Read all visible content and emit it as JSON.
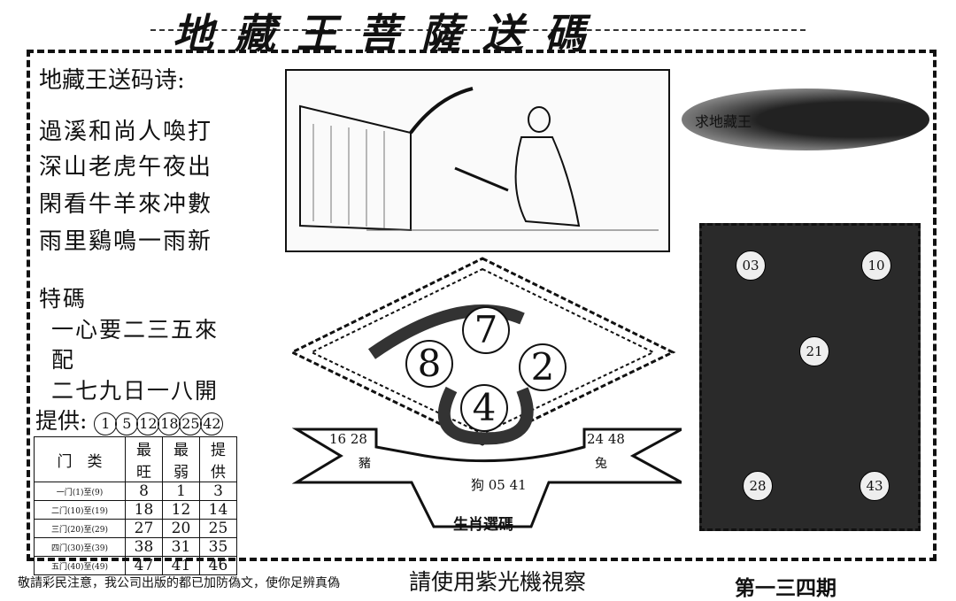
{
  "header": {
    "title": "地藏王菩薩送碼",
    "subtitle": "敬請彩民注意，我公司出版的都已加防偽文，使你足辨真偽"
  },
  "poem": {
    "title": "地藏王送码诗:",
    "lines": [
      "過溪和尚人喚打",
      "深山老虎午夜出",
      "閑看牛羊來冲數",
      "雨里鷄鳴一雨新"
    ]
  },
  "special": {
    "title": "特碼",
    "lines": [
      "一心要二三五來",
      "配",
      "二七九日一八開"
    ]
  },
  "provide": {
    "label": "提供:",
    "numbers": [
      "1",
      "5",
      "12",
      "18",
      "25",
      "42"
    ]
  },
  "table": {
    "headers": [
      "门　类",
      "最旺",
      "最弱",
      "提供"
    ],
    "rows": [
      [
        "一门(1)至(9)",
        "8",
        "1",
        "3"
      ],
      [
        "二门(10)至(19)",
        "18",
        "12",
        "14"
      ],
      [
        "三门(20)至(29)",
        "27",
        "20",
        "25"
      ],
      [
        "四门(30)至(39)",
        "38",
        "31",
        "35"
      ],
      [
        "五门(40)至(49)",
        "47",
        "41",
        "46"
      ]
    ]
  },
  "banner": {
    "text": "求地藏王"
  },
  "balls": [
    "7",
    "8",
    "2",
    "4"
  ],
  "zodiac": {
    "left_nums": "16 28",
    "left_animal": "豬",
    "right_nums": "24 48",
    "right_animal": "兔",
    "center": "狗 05 41",
    "caption": "生肖選碼"
  },
  "grid_numbers": [
    "03",
    "10",
    "21",
    "28",
    "43"
  ],
  "footer": {
    "note": "請使用紫光機視察",
    "issue": "第一三四期"
  }
}
